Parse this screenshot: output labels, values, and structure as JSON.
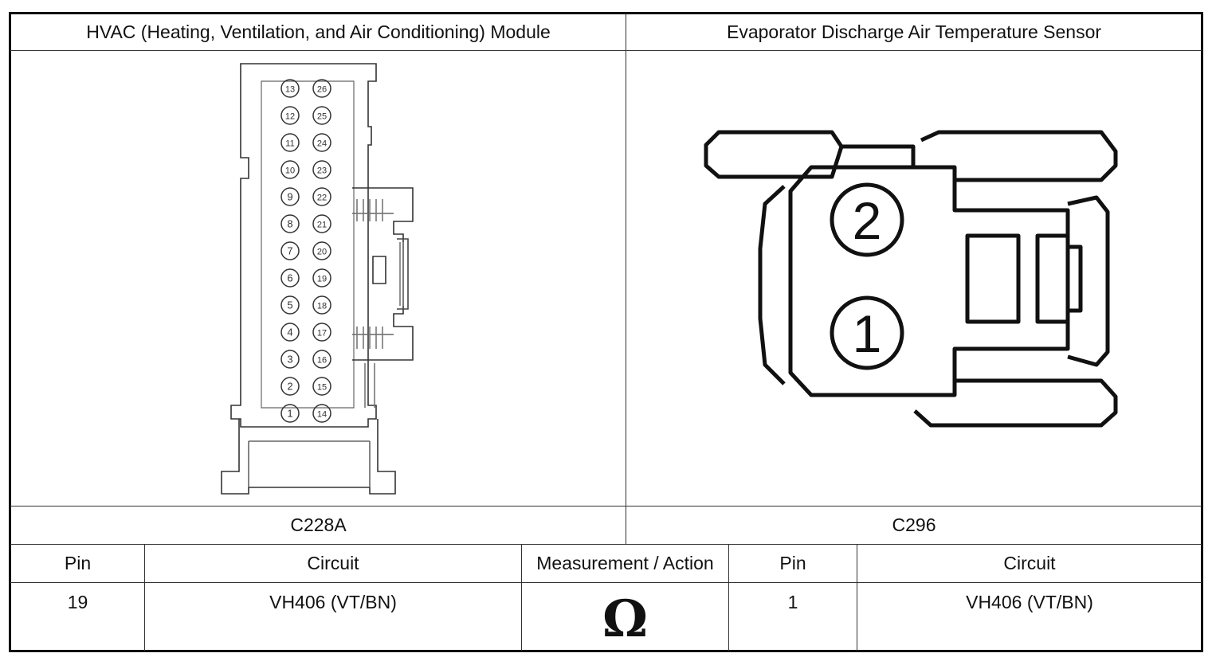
{
  "left_connector": {
    "title": "HVAC (Heating, Ventilation, and Air Conditioning) Module",
    "id": "C228A",
    "pins_left_column": [
      "13",
      "12",
      "11",
      "10",
      "9",
      "8",
      "7",
      "6",
      "5",
      "4",
      "3",
      "2",
      "1"
    ],
    "pins_right_column": [
      "26",
      "25",
      "24",
      "23",
      "22",
      "21",
      "20",
      "19",
      "18",
      "17",
      "16",
      "15",
      "14"
    ]
  },
  "right_connector": {
    "title": "Evaporator Discharge Air Temperature Sensor",
    "id": "C296",
    "pin_top": "2",
    "pin_bottom": "1"
  },
  "table": {
    "headers": [
      "Pin",
      "Circuit",
      "Measurement / Action",
      "Pin",
      "Circuit"
    ],
    "row": {
      "pin_a": "19",
      "circuit_a": "VH406 (VT/BN)",
      "measurement_symbol": "Ω",
      "pin_b": "1",
      "circuit_b": "VH406 (VT/BN)"
    }
  },
  "colors": {
    "line": "#111111",
    "background": "#ffffff"
  }
}
